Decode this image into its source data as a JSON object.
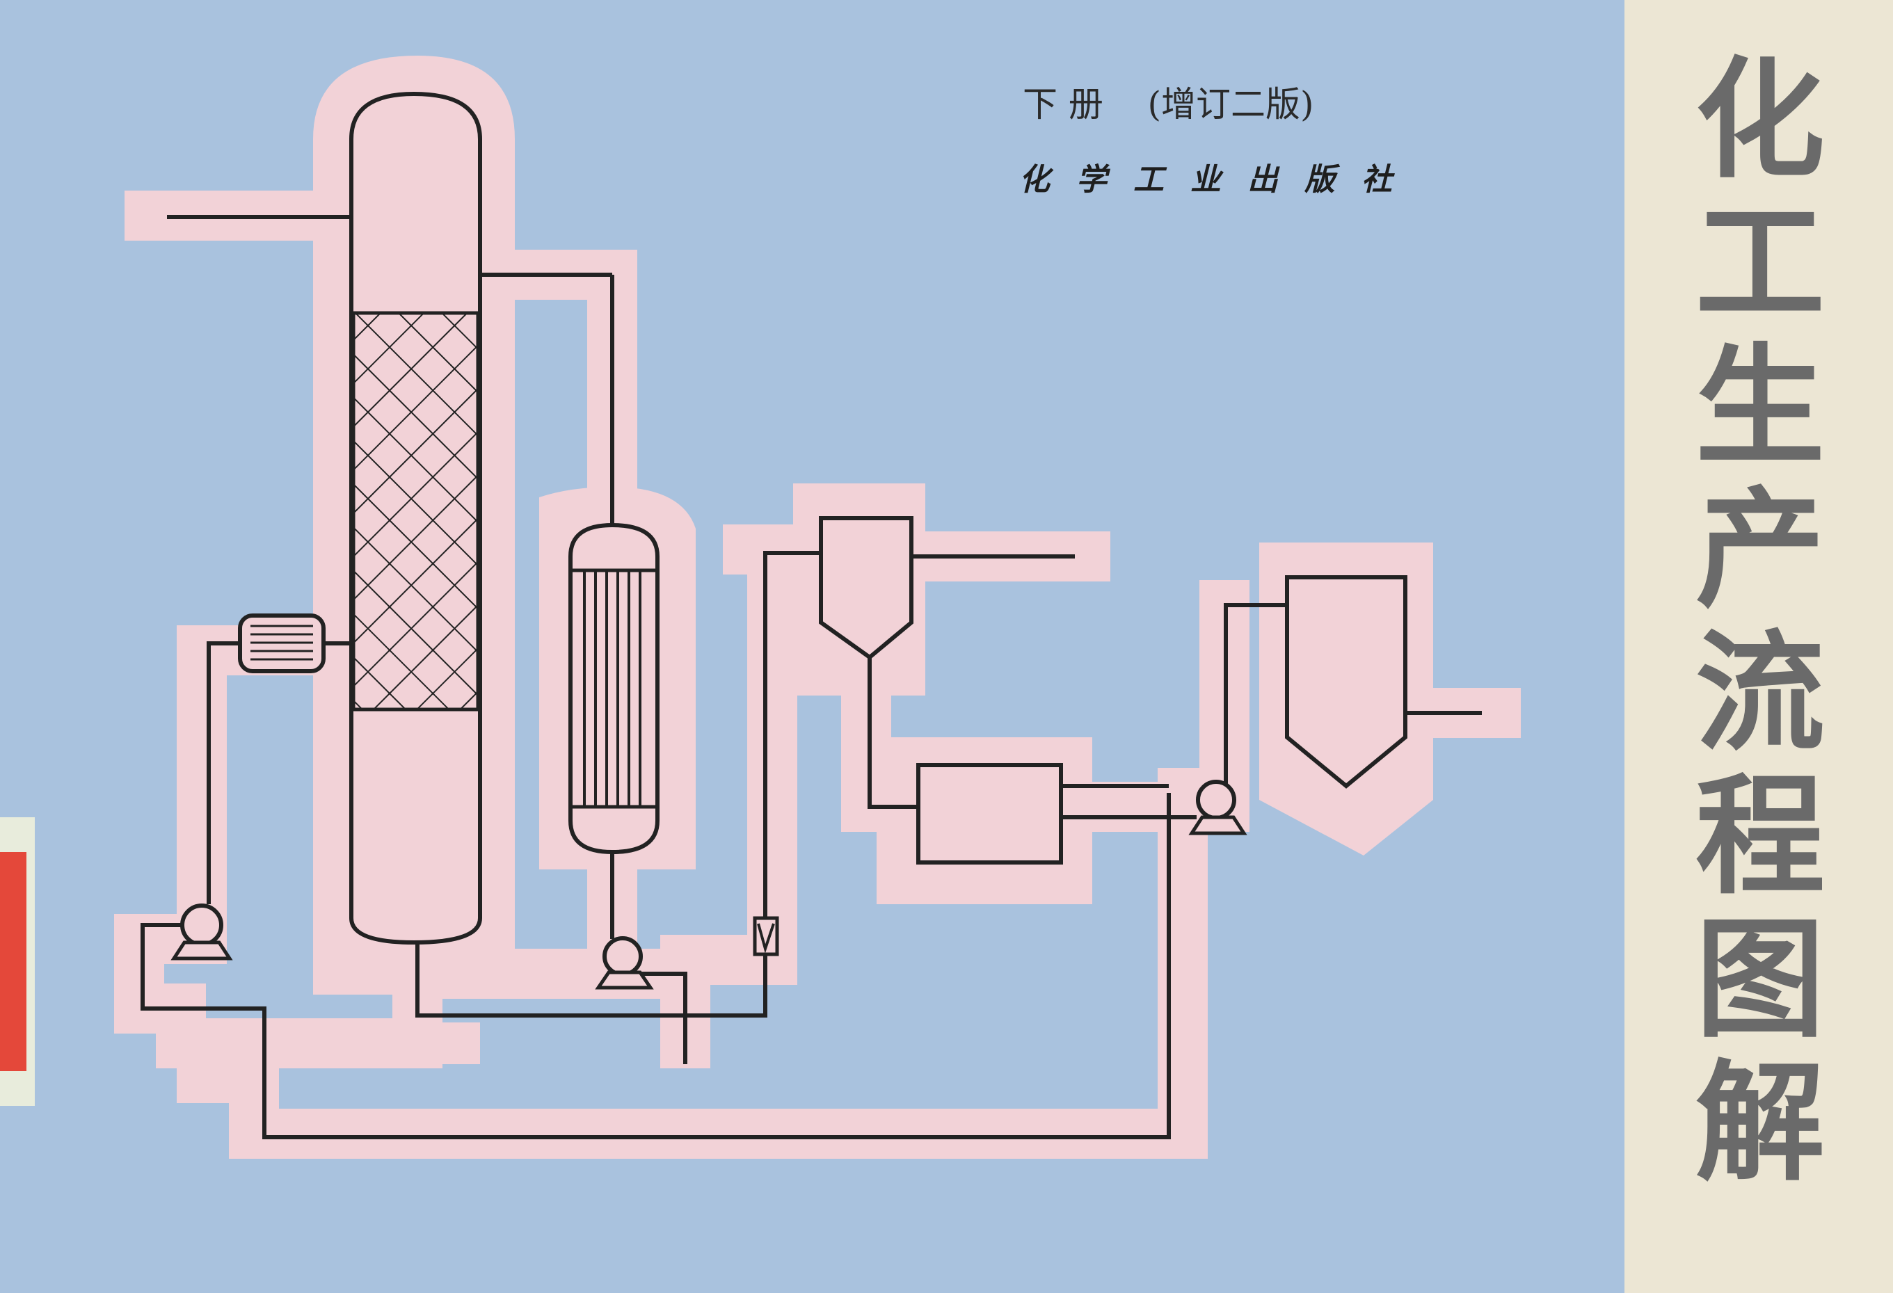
{
  "cover": {
    "title": "化工生产流程图解",
    "volume_label": "下 册",
    "edition_label": "(增订二版)",
    "publisher": "化学工业出版社",
    "colors": {
      "background": "#a9c2de",
      "highlight_band": "#f2d2d7",
      "line": "#222222",
      "spine": "#ece6d4",
      "title_text": "#6a6a6a",
      "edge_tab_red": "#e4483a"
    }
  }
}
